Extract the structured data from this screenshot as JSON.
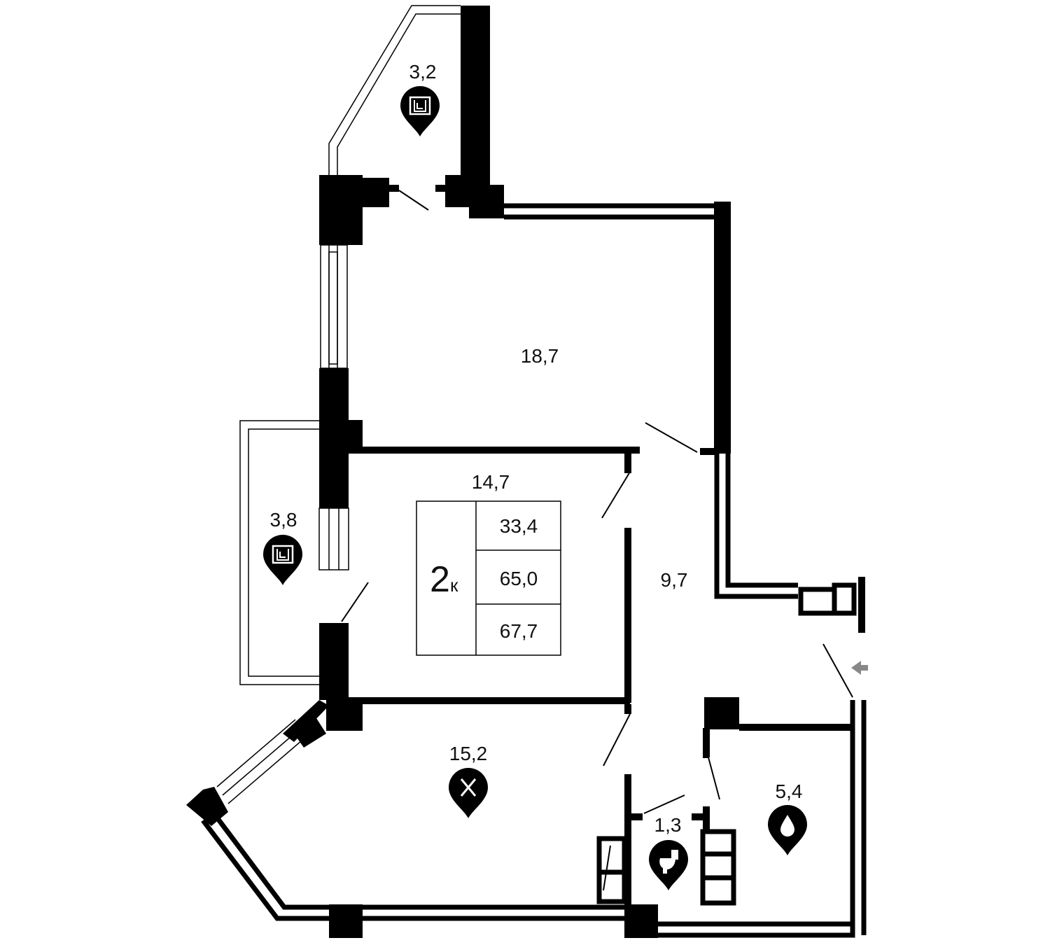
{
  "plan": {
    "rooms": {
      "balcony_top": {
        "area": "3,2",
        "icon": "balcony-icon"
      },
      "room_large": {
        "area": "18,7"
      },
      "room_middle": {
        "area": "14,7"
      },
      "balcony_left": {
        "area": "3,8",
        "icon": "balcony-icon"
      },
      "hall": {
        "area": "9,7"
      },
      "kitchen": {
        "area": "15,2",
        "icon": "kitchen-icon"
      },
      "toilet": {
        "area": "1,3",
        "icon": "toilet-icon"
      },
      "bathroom": {
        "area": "5,4",
        "icon": "bathroom-icon"
      }
    },
    "summary": {
      "rooms_count": "2",
      "rooms_suffix": "к",
      "living_area": "33,4",
      "total_area": "65,0",
      "total_with_balconies": "67,7"
    },
    "entrance_icon": "entrance-arrow-icon",
    "colors": {
      "wall": "#000000",
      "accent": "#888888"
    }
  }
}
